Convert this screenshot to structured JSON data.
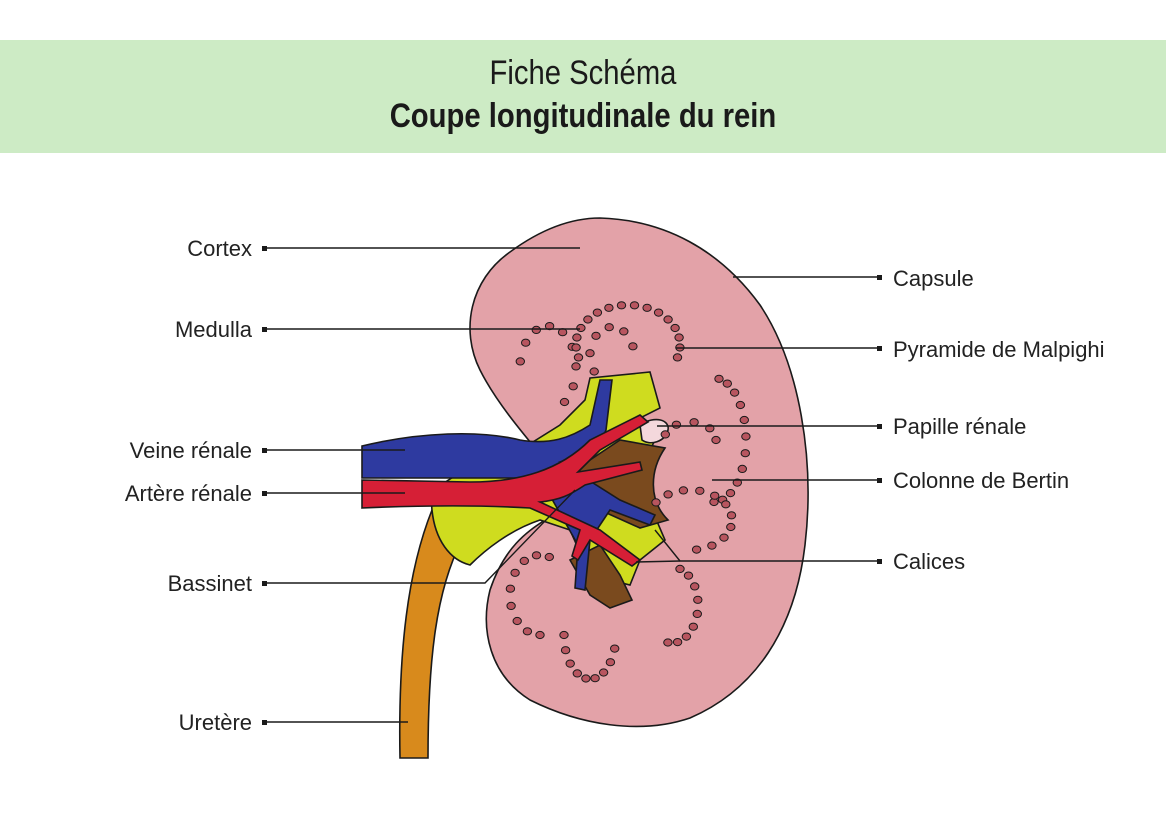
{
  "header": {
    "line1": "Fiche Schéma",
    "line2": "Coupe longitudinale du rein"
  },
  "labels_left": {
    "cortex": "Cortex",
    "medulla": "Medulla",
    "veine_renale": "Veine rénale",
    "artere_renale": "Artère rénale",
    "bassinet": "Bassinet",
    "uretere": "Uretère"
  },
  "labels_right": {
    "capsule": "Capsule",
    "pyramide": "Pyramide de Malpighi",
    "papille": "Papille rénale",
    "colonne": "Colonne de Bertin",
    "calices": "Calices"
  },
  "colors": {
    "banner": "#cdebc5",
    "cortex": "#e3a2a8",
    "vein": "#2e3aa0",
    "artery": "#d61f36",
    "pelvis": "#cfdc1f",
    "calyx": "#7a4a1e",
    "ureter": "#d88a1c",
    "glomeruli": "#b8555f"
  }
}
